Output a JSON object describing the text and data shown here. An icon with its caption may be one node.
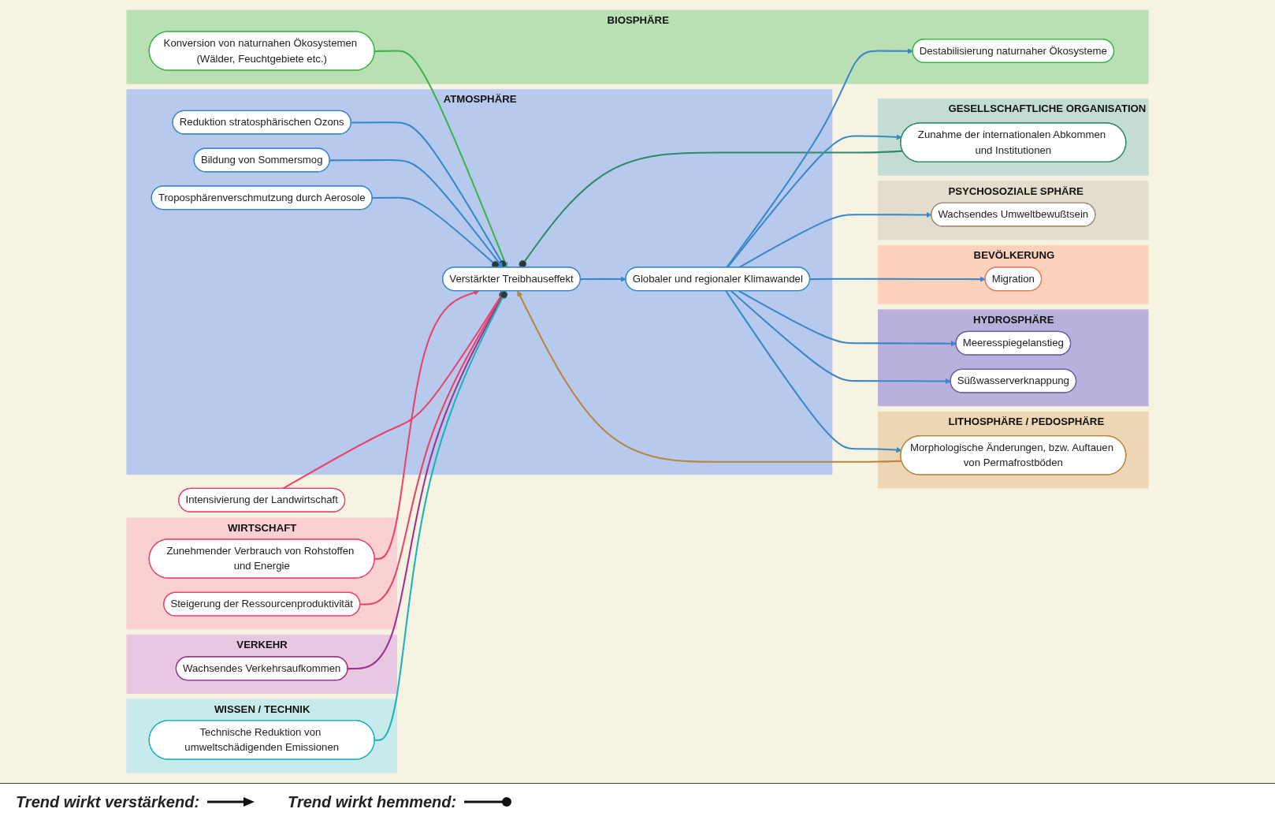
{
  "diagram": {
    "nodes": [
      {
        "text": [
          "BIOSPHÄRE"
        ]
      },
      {
        "text": [
          "Konversion von naturnahen Ökosystemen (Wälder, Feuchtgebiete etc.)"
        ],
        "in": 0
      },
      {
        "text": [
          "Destabilisierung naturnaher Ökosysteme"
        ],
        "in": 0
      },
      {
        "text": [
          "LITHOSPHÄRE / PEDOSPHÄRE"
        ]
      },
      {
        "text": [
          "Morphologische Änderungen, bzw. Auftauen von Permafrostböden"
        ],
        "in": 3
      },
      {
        "text": [
          "HYDROSPHÄRE"
        ]
      },
      {
        "text": [
          "Meeresspiegelanstieg"
        ],
        "in": 5
      },
      {
        "text": [
          "Süßwasserverknappung"
        ],
        "in": 5
      },
      {
        "text": [
          "BEVÖLKERUNG"
        ]
      },
      {
        "text": [
          "Migration"
        ],
        "in": 8
      },
      {
        "text": [
          "ATMOSPHÄRE"
        ]
      },
      {
        "text": [
          "Reduktion stratosphärischen Ozons"
        ],
        "in": 10
      },
      {
        "text": [
          "Bildung von Sommersmog"
        ],
        "in": 10
      },
      {
        "text": [
          "Verstärkter Treibhauseffekt"
        ],
        "in": 10
      },
      {
        "text": [
          "Troposphärenverschmutzung durch Aerosole"
        ],
        "in": 10
      },
      {
        "text": [
          "Globaler und regionaler Klimawandel"
        ],
        "in": 10
      },
      {
        "text": [
          "WIRTSCHAFT"
        ]
      },
      {
        "text": [
          "Zunehmender Verbrauch von Rohstoffen und Energie"
        ],
        "in": 16
      },
      {
        "text": [
          "Steigerung der Ressourcenproduktivität"
        ],
        "in": 16
      },
      {
        "text": [
          "Intensivierung der Landwirtschaft"
        ]
      },
      {
        "text": [
          "PSYCHOSOZIALE SPHÄRE"
        ]
      },
      {
        "text": [
          "Wachsendes Umweltbewußtsein"
        ],
        "in": 20
      },
      {
        "text": [
          "GESELLSCHAFTLICHE ORGANISATION"
        ]
      },
      {
        "text": [
          "Zunahme der internationalen Abkommen und Institutionen"
        ],
        "in": 22
      },
      {
        "text": [
          "WISSEN / TECHNIK"
        ]
      },
      {
        "text": [
          "Technische Reduktion von umweltschädigenden Emissionen"
        ],
        "in": 24
      },
      {
        "text": [
          "VERKEHR"
        ]
      },
      {
        "text": [
          "Wachsendes Verkehrsaufkommen"
        ],
        "in": 26
      }
    ],
    "edges": [
      {
        "from": 1,
        "to": 13,
        "arrow": "to",
        "color": "#3cb44a"
      },
      {
        "from": 4,
        "to": 13,
        "arrow": "to",
        "color": "#b8863b"
      },
      {
        "from": 11,
        "to": 13,
        "arrow": "other"
      },
      {
        "from": 12,
        "to": 13,
        "arrow": "to"
      },
      {
        "from": 14,
        "to": 13,
        "arrow": "other"
      },
      {
        "from": 17,
        "to": 13,
        "arrow": "to",
        "color": "#e8436a"
      },
      {
        "from": 19,
        "to": 13,
        "arrow": "to",
        "color": "#e8436a"
      },
      {
        "from": 18,
        "to": 13,
        "arrow": "other",
        "color": "#e8436a"
      },
      {
        "from": 27,
        "to": 13,
        "arrow": "to",
        "color": "#a0308f"
      },
      {
        "from": 23,
        "to": 13,
        "arrow": "other",
        "color": "#2e8a66"
      },
      {
        "from": 25,
        "to": 13,
        "arrow": "other",
        "color": "#1bb3b8"
      },
      {
        "from": 13,
        "to": 15,
        "arrow": "to"
      },
      {
        "from": 15,
        "to": 4,
        "arrow": "to"
      },
      {
        "from": 15,
        "to": 2,
        "arrow": "to"
      },
      {
        "from": 15,
        "to": 9,
        "arrow": "to"
      },
      {
        "from": 15,
        "to": 6,
        "arrow": "to"
      },
      {
        "from": 15,
        "to": 7,
        "arrow": "to"
      },
      {
        "from": 15,
        "to": 21,
        "arrow": "to"
      },
      {
        "from": 15,
        "to": 23,
        "arrow": "to"
      }
    ],
    "legend": [
      {
        "text": "Trend wirkt verstärkend:"
      },
      {
        "text": "Trend wirkt hemmend:"
      }
    ]
  }
}
